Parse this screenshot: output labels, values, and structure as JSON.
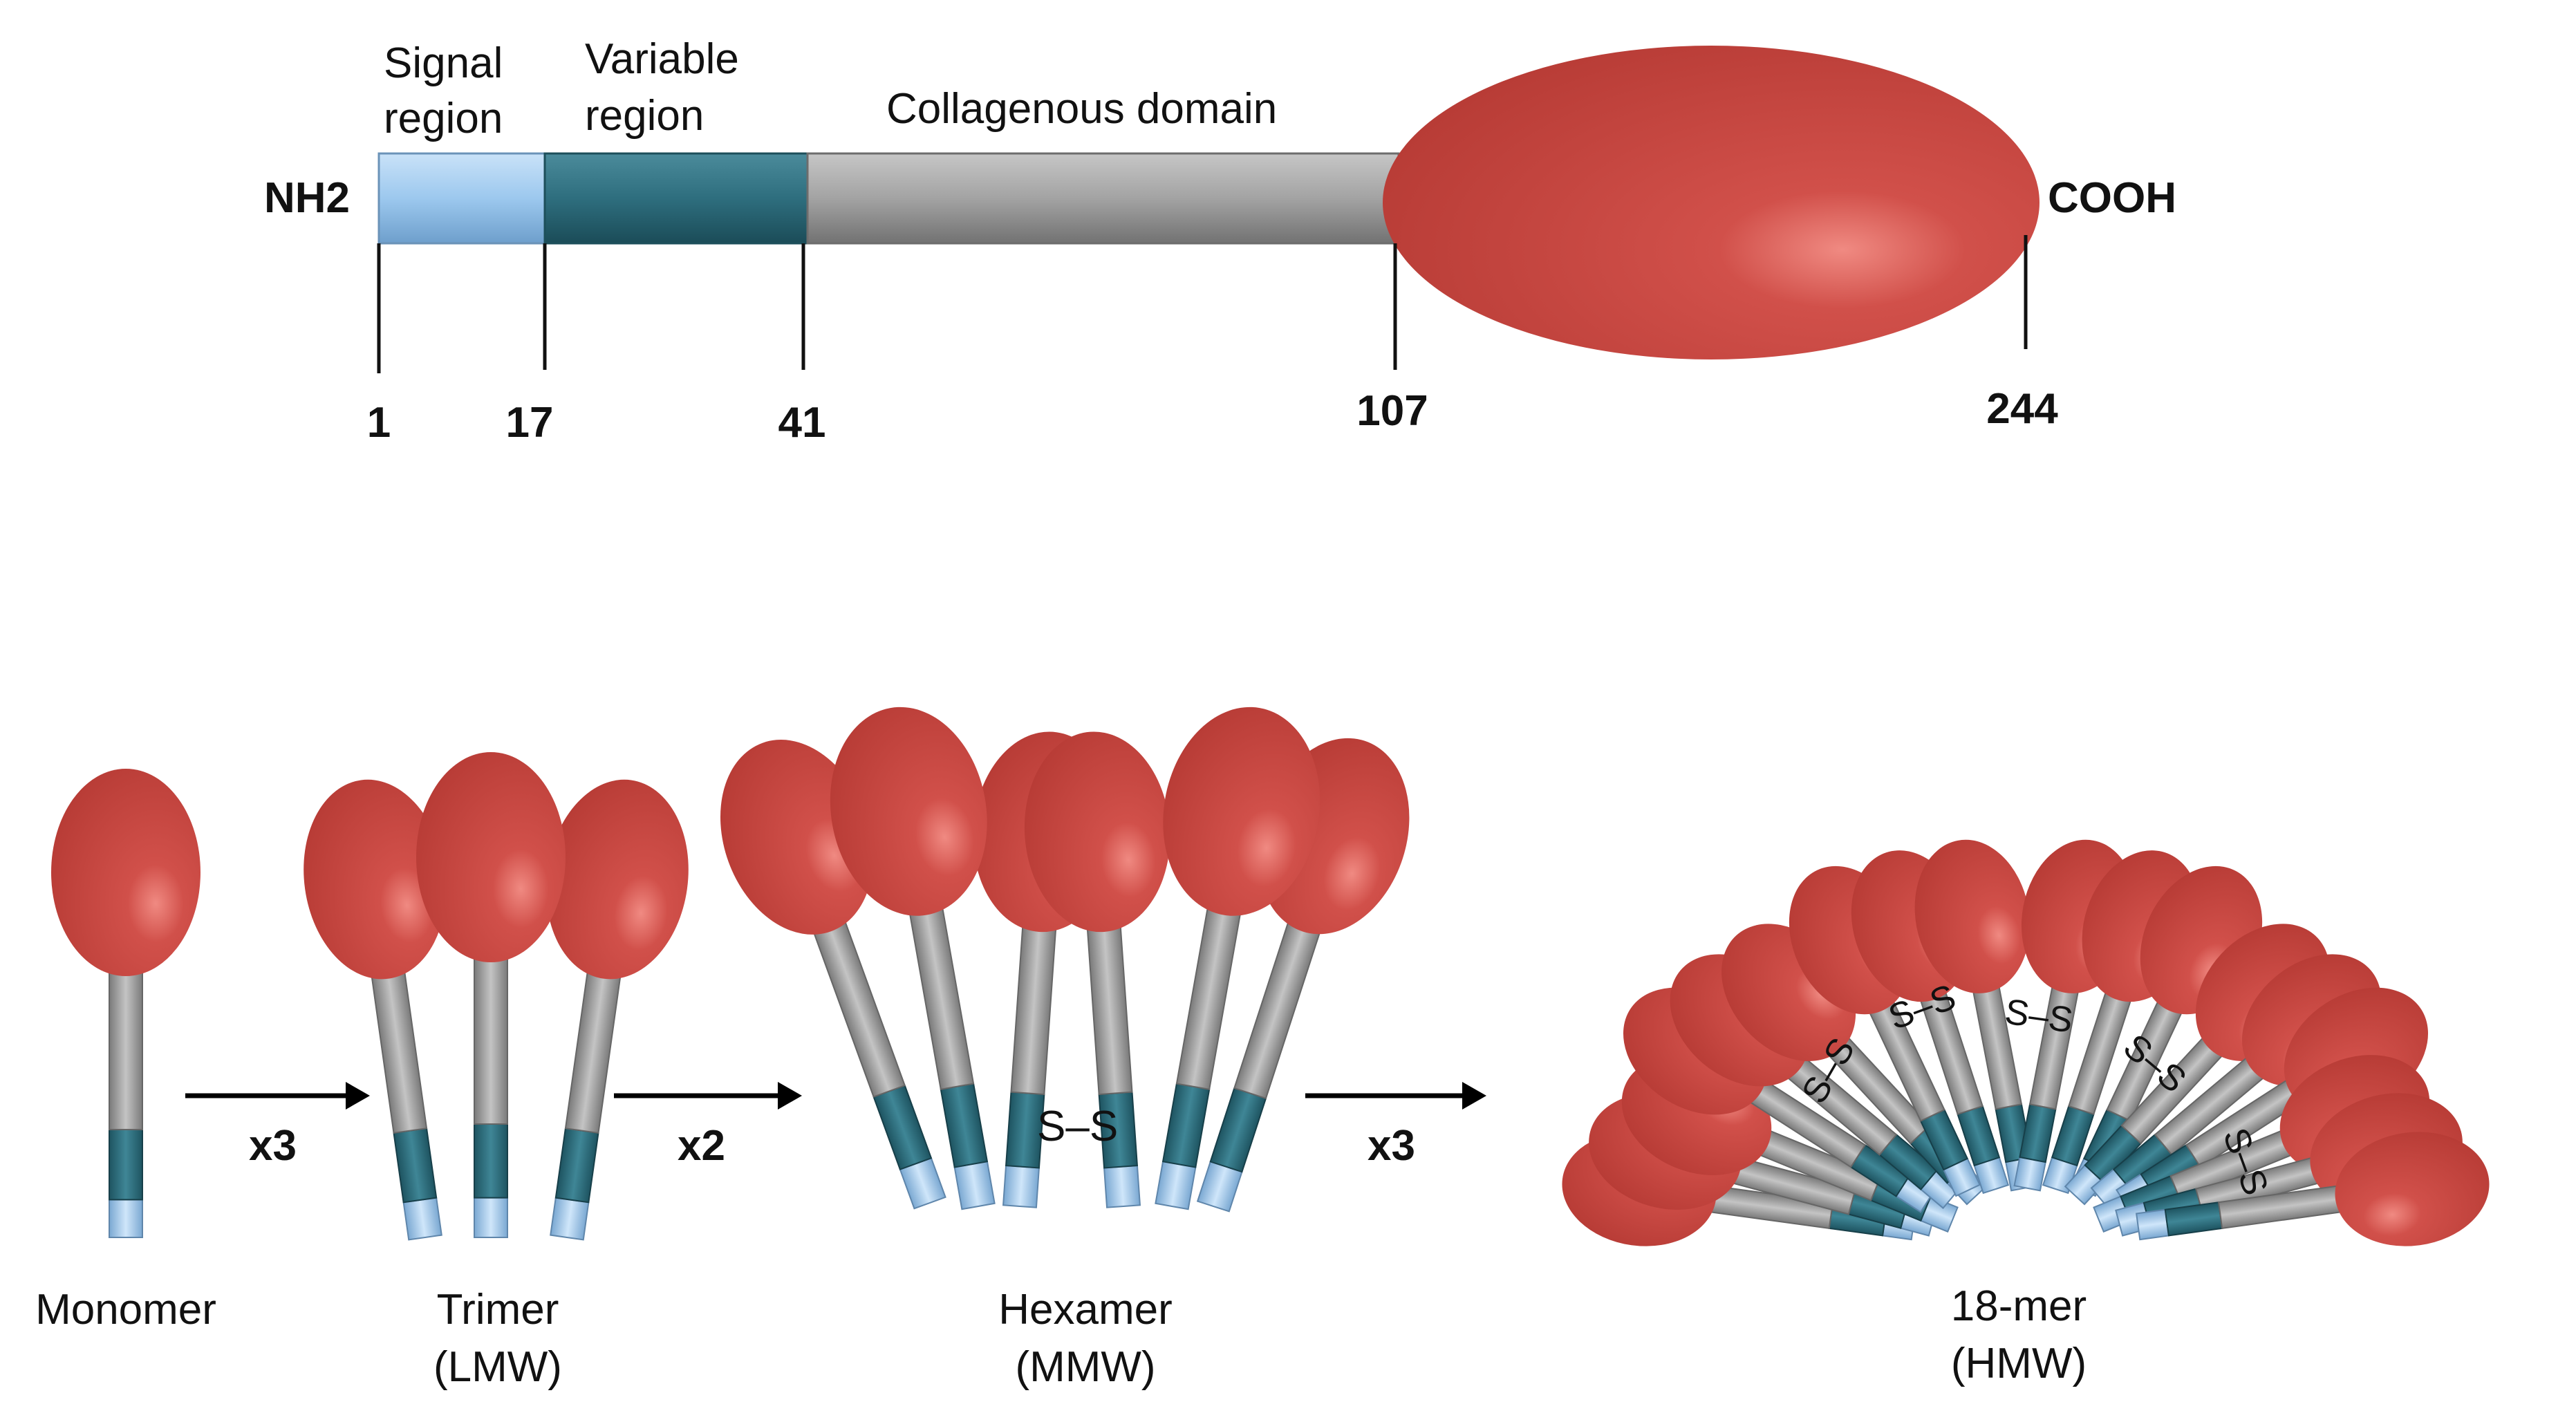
{
  "domain_labels": {
    "signal": [
      "Signal",
      "region"
    ],
    "variable": [
      "Variable",
      "region"
    ],
    "collagenous": "Collagenous domain"
  },
  "termini": {
    "n": "NH2",
    "c": "COOH"
  },
  "positions": [
    "1",
    "17",
    "41",
    "107",
    "244"
  ],
  "multiply": {
    "m_to_t": "x3",
    "t_to_h": "x2",
    "h_to_18": "x3"
  },
  "forms": {
    "monomer": [
      "Monomer"
    ],
    "trimer": [
      "Trimer",
      "(LMW)"
    ],
    "hexamer": [
      "Hexamer",
      "(MMW)"
    ],
    "mer18": [
      "18-mer",
      "(HMW)"
    ]
  },
  "disulfide": "S–S",
  "colors": {
    "signal": "#9cc8ee",
    "variable": "#2e6e7e",
    "collagenous": "#a0a0a0",
    "globular": "#c8443c",
    "outline": "#111111"
  }
}
